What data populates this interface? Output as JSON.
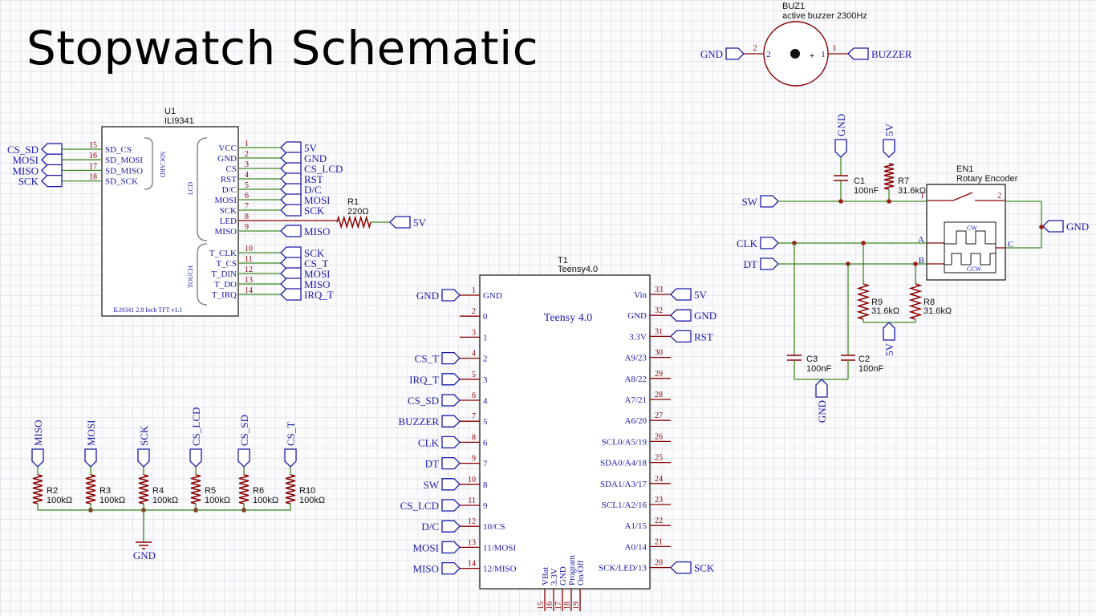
{
  "title": "Stopwatch Schematic",
  "colors": {
    "wire": "#3f8a1f",
    "pin": "#8b0000",
    "label": "#1a1aa8",
    "body": "#111111",
    "junction": "#9a1a1a"
  },
  "buzzer": {
    "ref": "BUZ1",
    "value": "active buzzer 2300Hz",
    "pin1": "1",
    "pin2": "2",
    "left_net": "GND",
    "right_net": "BUZZER"
  },
  "u1": {
    "ref": "U1",
    "value": "ILI9341",
    "footer": "ILI9341 2.8 Inch TFT v1.1",
    "group_sdcard": "SDCARD",
    "group_lcd": "LCD",
    "group_touch": "TOUCH",
    "left_pins": [
      {
        "name": "SD_CS",
        "num": "15",
        "net": "CS_SD"
      },
      {
        "name": "SD_MOSI",
        "num": "16",
        "net": "MOSI"
      },
      {
        "name": "SD_MISO",
        "num": "17",
        "net": "MISO"
      },
      {
        "name": "SD_SCK",
        "num": "18",
        "net": "SCK"
      }
    ],
    "right_pins": [
      {
        "name": "VCC",
        "num": "1",
        "net": "5V"
      },
      {
        "name": "GND",
        "num": "2",
        "net": "GND"
      },
      {
        "name": "CS",
        "num": "3",
        "net": "CS_LCD"
      },
      {
        "name": "RST",
        "num": "4",
        "net": "RST"
      },
      {
        "name": "D/C",
        "num": "5",
        "net": "D/C"
      },
      {
        "name": "MOSI",
        "num": "6",
        "net": "MOSI"
      },
      {
        "name": "SCK",
        "num": "7",
        "net": "SCK"
      },
      {
        "name": "LED",
        "num": "8",
        "net": ""
      },
      {
        "name": "MISO",
        "num": "9",
        "net": "MISO"
      },
      {
        "name": "T_CLK",
        "num": "10",
        "net": "SCK"
      },
      {
        "name": "T_CS",
        "num": "11",
        "net": "CS_T"
      },
      {
        "name": "T_DIN",
        "num": "12",
        "net": "MOSI"
      },
      {
        "name": "T_DO",
        "num": "13",
        "net": "MISO"
      },
      {
        "name": "T_IRQ",
        "num": "14",
        "net": "IRQ_T"
      }
    ]
  },
  "r1": {
    "ref": "R1",
    "value": "220Ω",
    "net": "5V"
  },
  "teensy": {
    "ref": "T1",
    "value": "Teensy4.0",
    "center_label": "Teensy 4.0",
    "left_pins": [
      {
        "name": "GND",
        "num": "1",
        "net": "GND"
      },
      {
        "name": "0",
        "num": "2",
        "net": ""
      },
      {
        "name": "1",
        "num": "3",
        "net": ""
      },
      {
        "name": "2",
        "num": "4",
        "net": "CS_T"
      },
      {
        "name": "3",
        "num": "5",
        "net": "IRQ_T"
      },
      {
        "name": "4",
        "num": "6",
        "net": "CS_SD"
      },
      {
        "name": "5",
        "num": "7",
        "net": "BUZZER"
      },
      {
        "name": "6",
        "num": "8",
        "net": "CLK"
      },
      {
        "name": "7",
        "num": "9",
        "net": "DT"
      },
      {
        "name": "8",
        "num": "10",
        "net": "SW"
      },
      {
        "name": "9",
        "num": "11",
        "net": "CS_LCD"
      },
      {
        "name": "10/CS",
        "num": "12",
        "net": "D/C"
      },
      {
        "name": "11/MOSI",
        "num": "13",
        "net": "MOSI"
      },
      {
        "name": "12/MISO",
        "num": "14",
        "net": "MISO"
      }
    ],
    "right_pins": [
      {
        "name": "Vin",
        "num": "33",
        "net": "5V"
      },
      {
        "name": "GND",
        "num": "32",
        "net": "GND"
      },
      {
        "name": "3.3V",
        "num": "31",
        "net": "RST"
      },
      {
        "name": "A9/23",
        "num": "30",
        "net": ""
      },
      {
        "name": "A8/22",
        "num": "29",
        "net": ""
      },
      {
        "name": "A7/21",
        "num": "28",
        "net": ""
      },
      {
        "name": "A6/20",
        "num": "27",
        "net": ""
      },
      {
        "name": "SCL0/A5/19",
        "num": "26",
        "net": ""
      },
      {
        "name": "SDA0/A4/18",
        "num": "25",
        "net": ""
      },
      {
        "name": "SDA1/A3/17",
        "num": "24",
        "net": ""
      },
      {
        "name": "SCL1/A2/16",
        "num": "23",
        "net": ""
      },
      {
        "name": "A1/15",
        "num": "22",
        "net": ""
      },
      {
        "name": "A0/14",
        "num": "21",
        "net": ""
      },
      {
        "name": "SCK/LED/13",
        "num": "20",
        "net": "SCK"
      }
    ],
    "bottom_pins": [
      {
        "name": "VBat",
        "num": "15"
      },
      {
        "name": "3.3V",
        "num": "16"
      },
      {
        "name": "GND",
        "num": "17"
      },
      {
        "name": "Program",
        "num": "18"
      },
      {
        "name": "On/Off",
        "num": "19"
      }
    ]
  },
  "encoder": {
    "ref": "EN1",
    "value": "Rotary Encoder",
    "pin_a": "A",
    "pin_b": "B",
    "pin_c": "C",
    "pin_1": "1",
    "pin_2": "2",
    "cw": "CW",
    "ccw": "CCW",
    "sw_net": "SW",
    "clk_net": "CLK",
    "dt_net": "DT",
    "gnd_net": "GND"
  },
  "encoder_parts": {
    "c1": {
      "ref": "C1",
      "value": "100nF"
    },
    "r7": {
      "ref": "R7",
      "value": "31.6kΩ"
    },
    "r9": {
      "ref": "R9",
      "value": "31.6kΩ"
    },
    "r8": {
      "ref": "R8",
      "value": "31.6kΩ"
    },
    "c3": {
      "ref": "C3",
      "value": "100nF"
    },
    "c2": {
      "ref": "C2",
      "value": "100nF"
    },
    "top_gnd": "GND",
    "top_5v": "5V",
    "mid_5v": "5V",
    "bottom_gnd": "GND"
  },
  "pulldowns": {
    "gnd": "GND",
    "items": [
      {
        "ref": "R2",
        "value": "100kΩ",
        "net": "MISO"
      },
      {
        "ref": "R3",
        "value": "100kΩ",
        "net": "MOSI"
      },
      {
        "ref": "R4",
        "value": "100kΩ",
        "net": "SCK"
      },
      {
        "ref": "R5",
        "value": "100kΩ",
        "net": "CS_LCD"
      },
      {
        "ref": "R6",
        "value": "100kΩ",
        "net": "CS_SD"
      },
      {
        "ref": "R10",
        "value": "100kΩ",
        "net": "CS_T"
      }
    ]
  }
}
